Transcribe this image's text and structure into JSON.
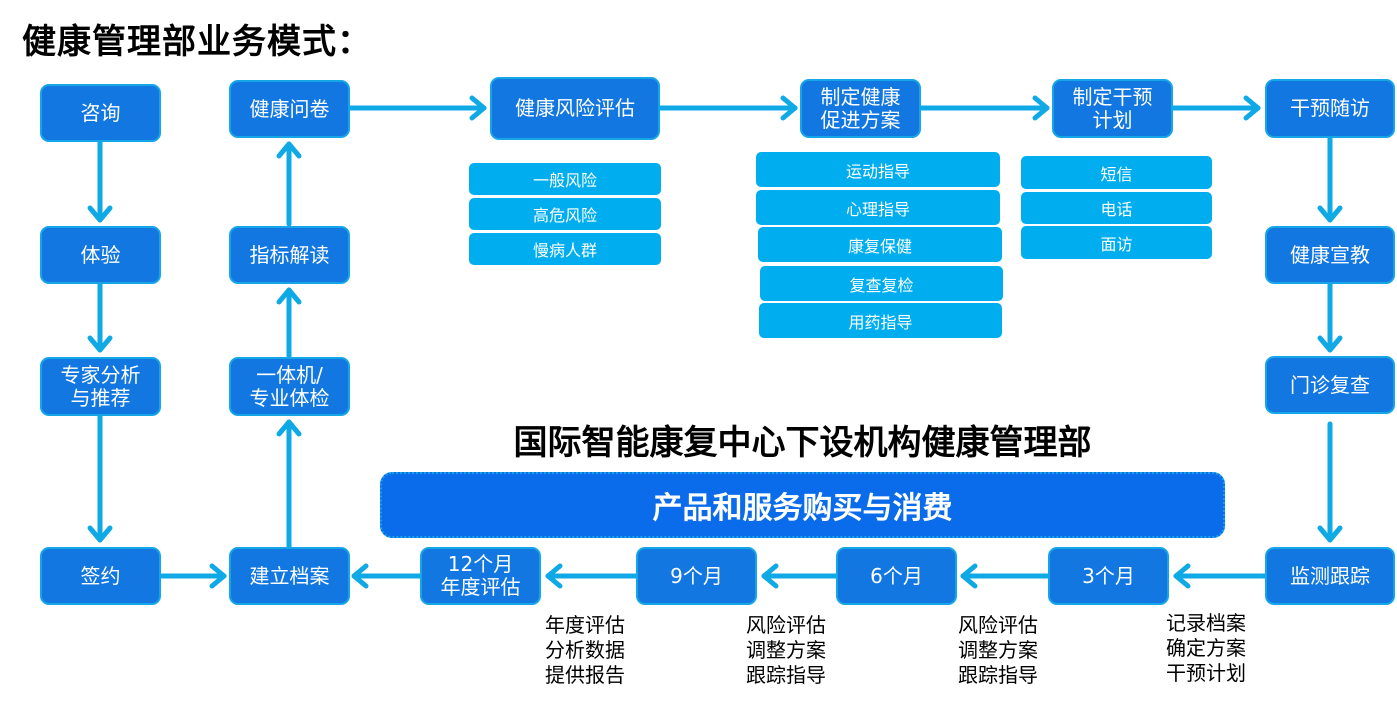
{
  "title": "健康管理部业务模式：",
  "center_title": "国际智能康复中心下设机构健康管理部",
  "banner": "产品和服务购买与消费",
  "colors": {
    "node_fill": "#1277e1",
    "node_border": "#16a6e8",
    "sub_fill": "#00aeef",
    "arrow": "#0fa9e6",
    "banner_fill": "#0a6ceb"
  },
  "nodes": {
    "consult": "咨询",
    "experience": "体验",
    "expert": "专家分析\n与推荐",
    "sign": "签约",
    "archive": "建立档案",
    "checkup": "一体机/\n专业体检",
    "indicator": "指标解读",
    "questionnaire": "健康问卷",
    "risk_assess": "健康风险评估",
    "promo_plan": "制定健康\n促进方案",
    "intervention_plan": "制定干预\n计划",
    "followup": "干预随访",
    "education": "健康宣教",
    "outpatient": "门诊复查",
    "monitor": "监测跟踪",
    "m3": "3个月",
    "m6": "6个月",
    "m9": "9个月",
    "m12": "12个月\n年度评估"
  },
  "risk_items": [
    "一般风险",
    "高危风险",
    "慢病人群"
  ],
  "promo_items": [
    "运动指导",
    "心理指导",
    "康复保健",
    "复查复检",
    "用药指导"
  ],
  "intervention_items": [
    "短信",
    "电话",
    "面访"
  ],
  "notes": {
    "m12": "年度评估\n分析数据\n提供报告",
    "m9": "风险评估\n调整方案\n跟踪指导",
    "m6": "风险评估\n调整方案\n跟踪指导",
    "m3": "记录档案\n确定方案\n干预计划"
  }
}
